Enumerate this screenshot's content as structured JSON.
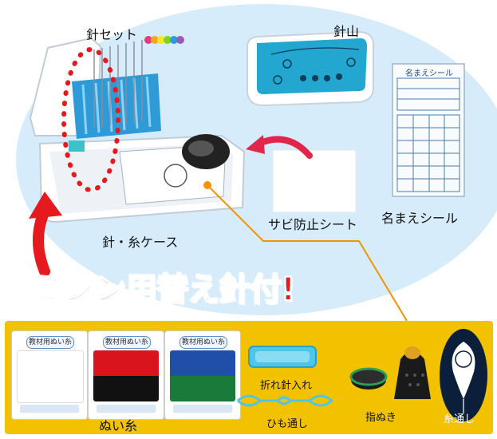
{
  "labels": {
    "needle_set": "針セット",
    "pincushion": "針山",
    "case": "針・糸ケース",
    "rust_sheet": "サビ防止シート",
    "name_seal": "名まえシール",
    "headline": "ミシン用替え針付!",
    "thread": "ぬい糸",
    "broken_needle": "折れ針入れ",
    "elastic_threader": "ひも通し",
    "thimble": "指ぬき",
    "needle_threader": "糸通し"
  },
  "spool_tag": "教材用ぬい糸",
  "name_seal_title": "名まえシール",
  "colors": {
    "background_oval": "#d6ecfb",
    "headline_red": "#e5191e",
    "bottom_panel": "#f2c200",
    "case_blue": "#2f9ad8",
    "pincushion_cyan": "#23a6cf"
  }
}
